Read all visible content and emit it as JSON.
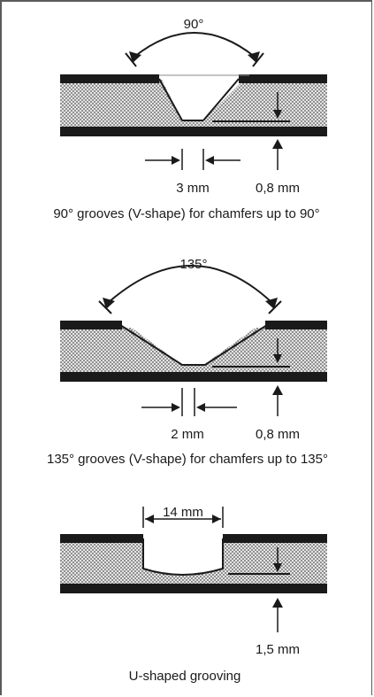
{
  "diagrams": [
    {
      "angle_label": "90°",
      "width_label": "3 mm",
      "depth_label": "0,8 mm",
      "caption": "90° grooves (V-shape) for chamfers up to 90°"
    },
    {
      "angle_label": "135°",
      "width_label": "2 mm",
      "depth_label": "0,8 mm",
      "caption": "135° grooves (V-shape) for chamfers up to 135°"
    },
    {
      "width_label": "14 mm",
      "depth_label": "1,5 mm",
      "caption": "U-shaped grooving"
    }
  ]
}
